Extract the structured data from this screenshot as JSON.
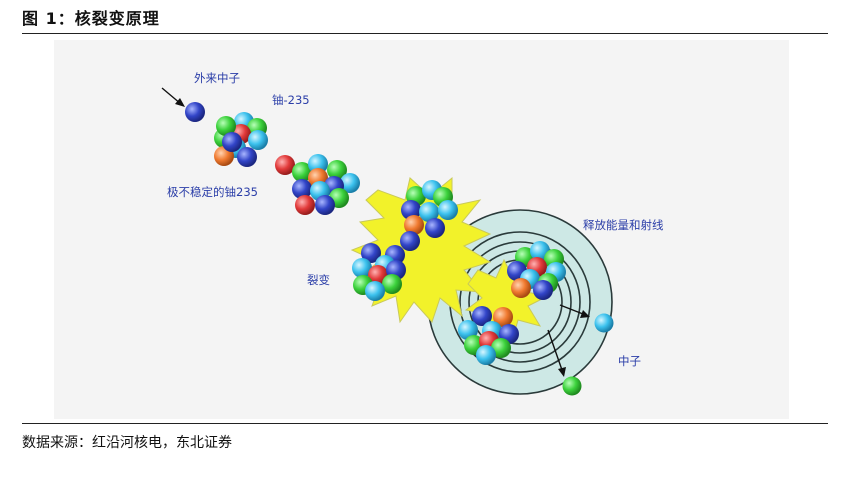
{
  "figure": {
    "title": "图 1：核裂变原理",
    "source": "数据来源：红沿河核电，东北证券"
  },
  "diagram": {
    "labels": {
      "incoming_neutron": "外来中子",
      "uranium": "铀-235",
      "unstable_uranium": "极不稳定的铀235",
      "fission": "裂变",
      "energy_radiation": "释放能量和射线",
      "neutron": "中子"
    }
  },
  "colors": {
    "label_text": "#2b3ea8",
    "flash": "#f2f22a",
    "flash_stroke": "#c9c95a",
    "ring_fill": "#cde8e5",
    "ring_stroke": "#2a3a3a",
    "blue_ball": "#3245c8",
    "green_ball": "#3cd23c",
    "cyan_ball": "#3cc2ee",
    "red_ball": "#e23a3a",
    "orange_ball": "#f07a30"
  }
}
